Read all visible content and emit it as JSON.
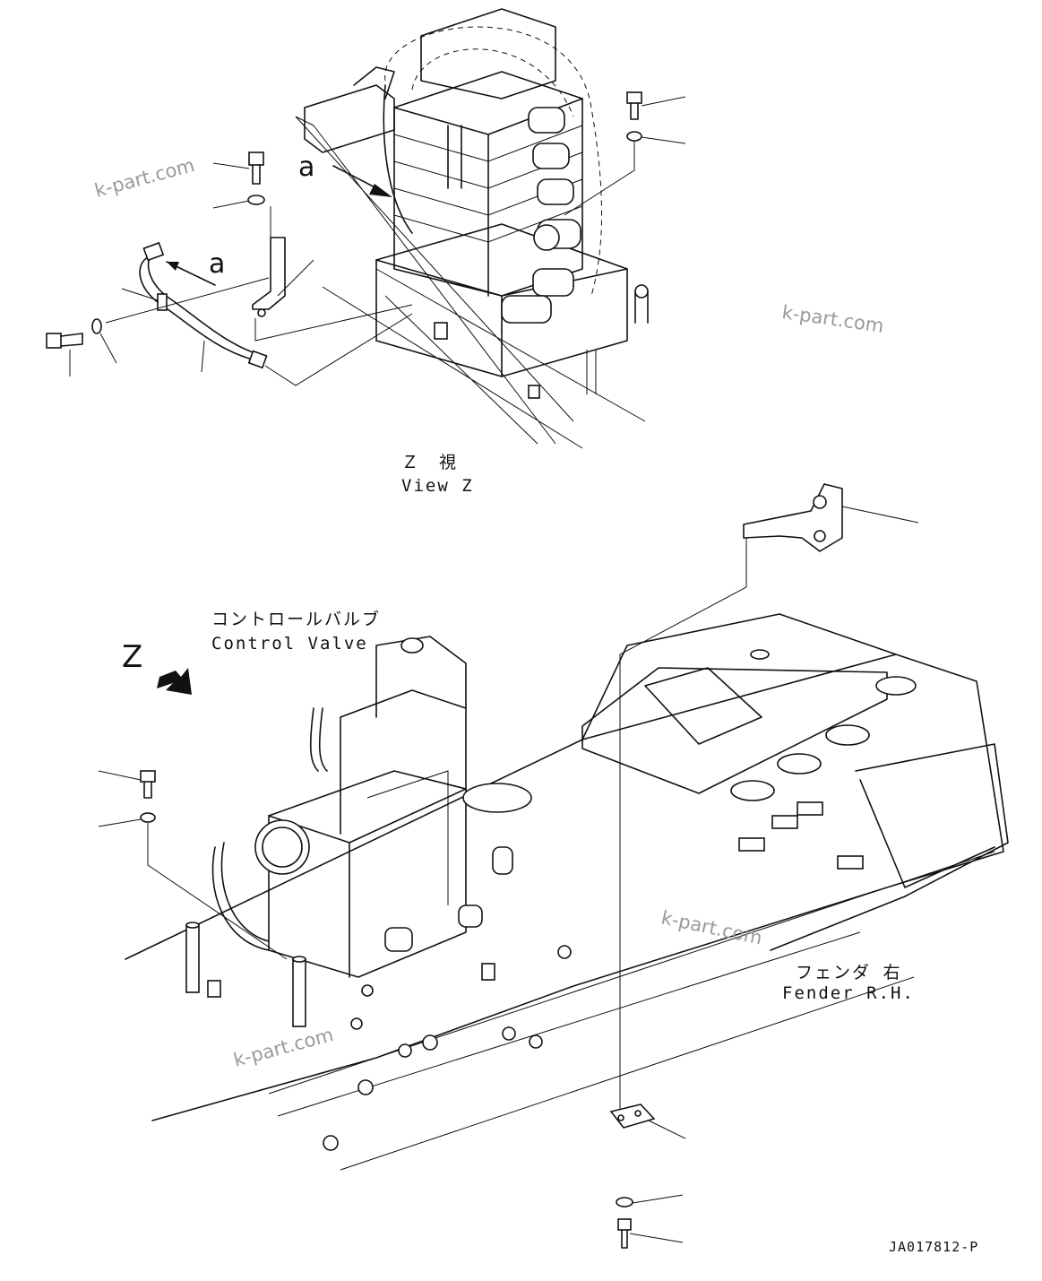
{
  "labels": {
    "view_z_jp": "Ｚ　視",
    "view_z_en": "View Z",
    "z_marker": "Z",
    "arrow_a_top": "a",
    "arrow_a_left": "a",
    "control_valve_jp": "コントロールバルブ",
    "control_valve_en": "Control Valve",
    "fender_jp": "フェンダ 右",
    "fender_en": "Fender R.H.",
    "drawing_code": "JA017812-P"
  },
  "watermarks": [
    "k-part.com",
    "k-part.com",
    "k-part.com",
    "k-part.com"
  ],
  "icons": [
    "arrow-icon"
  ]
}
